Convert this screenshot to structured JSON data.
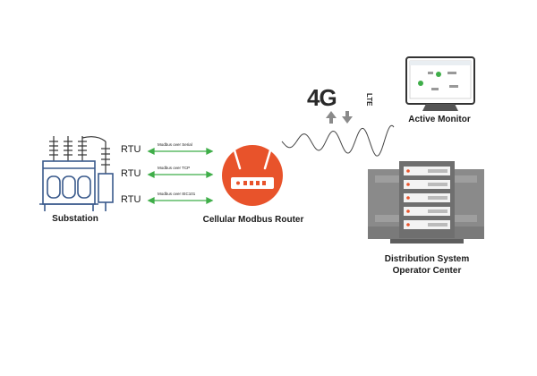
{
  "labels": {
    "substation": "Substation",
    "router": "Cellular Modbus Router",
    "monitor": "Active Monitor",
    "operator_line1": "Distribution System",
    "operator_line2": "Operator Center"
  },
  "rtus": [
    {
      "label": "RTU",
      "protocol": "Modbus over Serial"
    },
    {
      "label": "RTU",
      "protocol": "Modbus over TCP"
    },
    {
      "label": "RTU",
      "protocol": "Modbus over IEC101"
    }
  ],
  "network": {
    "generation": "4G",
    "tech": "LTE"
  },
  "colors": {
    "router": "#e8532b",
    "arrow": "#3fae49",
    "equipment": "#3a5a8c",
    "server": "#8a8a8a",
    "server_light": "#f5a58c",
    "dark": "#333333"
  },
  "icons": {
    "substation": "substation-icon",
    "router": "router-icon",
    "monitor": "monitor-icon",
    "server": "server-rack-icon",
    "signal": "signal-wave-icon",
    "updown": "up-down-arrows-icon"
  }
}
